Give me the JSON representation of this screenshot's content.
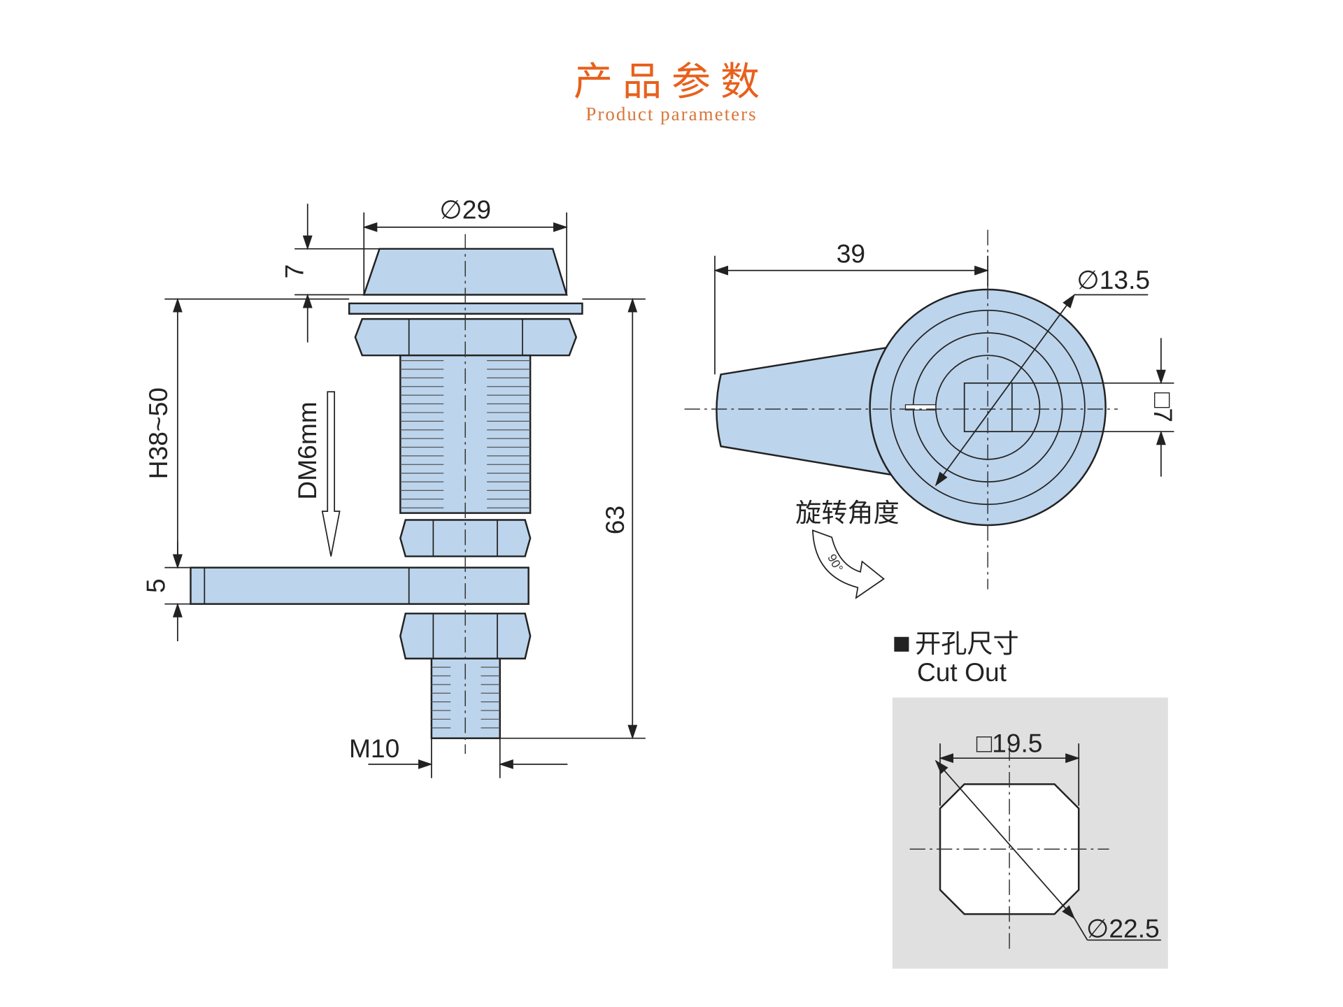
{
  "header": {
    "title_zh": "产品参数",
    "title_en": "Product parameters"
  },
  "colors": {
    "accent": "#e8601c",
    "part_fill": "#bcd4ec",
    "cutout_bg": "#e0e0e0"
  },
  "side_view": {
    "dia_head": "∅29",
    "head_height": "7",
    "h_range": "H38~50",
    "total_length": "63",
    "cam_thickness": "5",
    "thread": "M10",
    "cam_drop": "DM6mm"
  },
  "front_view": {
    "cam_length": "39",
    "dia_inner": "∅13.5",
    "square_key": "□7",
    "rotation_label": "旋转角度",
    "rotation_angle": "90°"
  },
  "cutout": {
    "label_zh": "开孔尺寸",
    "label_en": "Cut Out",
    "square": "□19.5",
    "diameter": "∅22.5"
  }
}
